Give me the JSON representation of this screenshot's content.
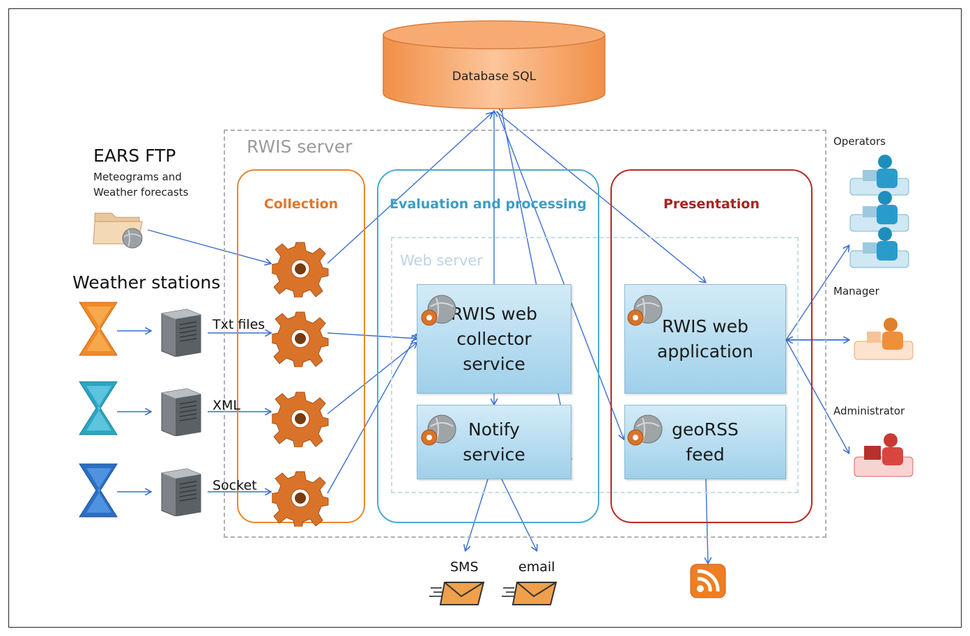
{
  "database": {
    "label": "Database SQL"
  },
  "server": {
    "label": "RWIS server"
  },
  "web_server": {
    "label": "Web server"
  },
  "groups": {
    "collection": "Collection",
    "evaluation": "Evaluation and processing",
    "presentation": "Presentation"
  },
  "ears": {
    "title": "EARS FTP",
    "subtitle_line1": "Meteograms and",
    "subtitle_line2": "Weather forecasts"
  },
  "weather_stations": {
    "title": "Weather stations"
  },
  "channels": {
    "txt": "Txt files",
    "xml": "XML",
    "socket": "Socket"
  },
  "services": {
    "collector": "RWIS web\ncollector\nservice",
    "notify": "Notify\nservice",
    "webapp": "RWIS web\napplication",
    "georss": "geoRSS\nfeed"
  },
  "outputs": {
    "sms": "SMS",
    "email": "email"
  },
  "users": {
    "operators": "Operators",
    "manager": "Manager",
    "administrator": "Administrator"
  },
  "colors": {
    "collection": "#e8862a",
    "evaluation": "#4aa9cc",
    "presentation": "#b52a26",
    "arrow": "#3b6fd0",
    "gear": "#d9732a",
    "database": "#f4a76a"
  },
  "icons": {
    "folder": "folder-globe-icon",
    "gear": "gear-icon",
    "station": "weather-station-icon",
    "server": "server-tower-icon",
    "envelope": "envelope-icon",
    "rss": "rss-icon",
    "operator": "operator-icon",
    "globe": "globe-gear-icon"
  }
}
